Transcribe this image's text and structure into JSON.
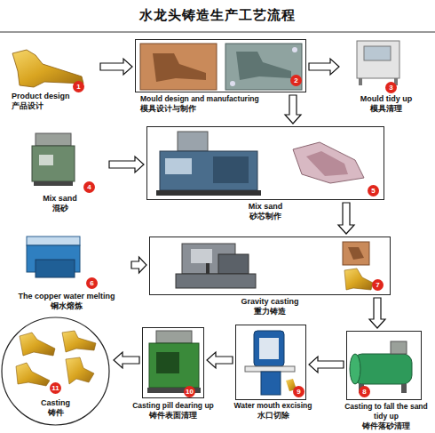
{
  "diagram": {
    "title": "水龙头铸造生产工艺流程",
    "nodes": [
      {
        "text": [
          "Product design",
          "产品设计"
        ]
      },
      {
        "text": [
          "Mould design and manufacturing",
          "模具设计与制作"
        ]
      },
      {
        "text": [
          "Mould tidy up",
          "模具清理"
        ]
      },
      {
        "text": [
          "Mix sand",
          "混砂"
        ]
      },
      {
        "text": [
          "Mix sand",
          "砂芯制作"
        ]
      },
      {
        "text": [
          "The copper water melting",
          "铜水熔炼"
        ]
      },
      {
        "text": [
          "Gravity casting",
          "重力铸造"
        ]
      },
      {
        "text": [
          "Casting to fall the sand tidy up",
          "铸件落砂清理"
        ]
      },
      {
        "text": [
          "Water mouth excising",
          "水口切除"
        ]
      },
      {
        "text": [
          "Casting pill dearing up",
          "铸件表面清理"
        ]
      },
      {
        "text": [
          "Casting",
          "铸件"
        ]
      }
    ],
    "edges": [
      {
        "from": 0,
        "to": 1,
        "arrow": "to"
      },
      {
        "from": 1,
        "to": 2,
        "arrow": "to"
      },
      {
        "from": 1,
        "to": 4,
        "arrow": "to"
      },
      {
        "from": 3,
        "to": 4,
        "arrow": "to"
      },
      {
        "from": 4,
        "to": 6,
        "arrow": "to"
      },
      {
        "from": 5,
        "to": 6,
        "arrow": "to"
      },
      {
        "from": 6,
        "to": 7,
        "arrow": "to"
      },
      {
        "from": 7,
        "to": 8,
        "arrow": "to"
      },
      {
        "from": 8,
        "to": 9,
        "arrow": "to"
      },
      {
        "from": 9,
        "to": 10,
        "arrow": "to"
      }
    ],
    "labels": [
      "1",
      "2",
      "3",
      "4",
      "5",
      "6",
      "7",
      "8",
      "9",
      "10",
      "11"
    ]
  }
}
